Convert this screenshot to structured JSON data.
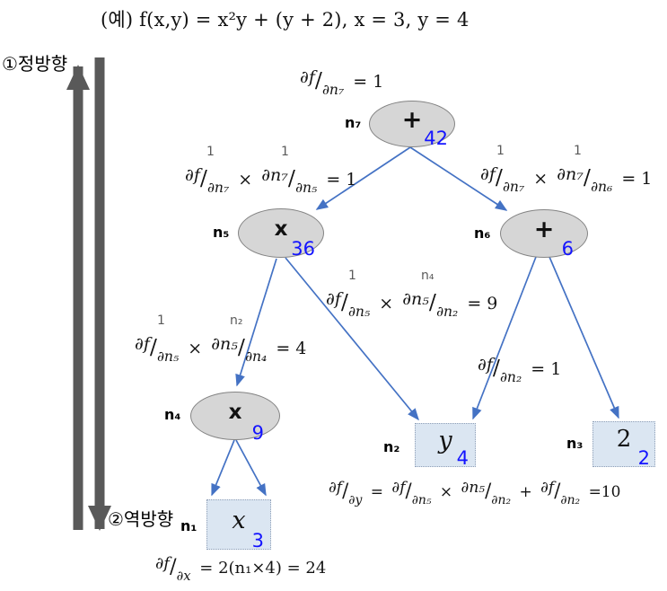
{
  "title": "(예) f(x,y) =  x²y + (y + 2), x = 3, y = 4",
  "directions": {
    "forward": "①정방향",
    "backward": "②역방향"
  },
  "colors": {
    "edge_blue": "#4472c4",
    "value_blue": "#1414ff",
    "node_fill": "#d6d6d6",
    "leaf_fill": "#dbe6f2",
    "big_arrow_gray": "#595959",
    "annotation_gray": "#5a5a5a"
  },
  "nodes": {
    "n7": {
      "label": "n₇",
      "op": "+",
      "value": "42"
    },
    "n5": {
      "label": "n₅",
      "op": "x",
      "value": "36"
    },
    "n6": {
      "label": "n₆",
      "op": "+",
      "value": "6"
    },
    "n4": {
      "label": "n₄",
      "op": "x",
      "value": "9"
    }
  },
  "leaves": {
    "n1": {
      "label": "n₁",
      "var": "x",
      "value": "3"
    },
    "n2": {
      "label": "n₂",
      "var": "y",
      "value": "4"
    },
    "n3": {
      "label": "n₃",
      "var": "2",
      "value": "2"
    }
  },
  "formulas": {
    "f7": {
      "num1": "∂f",
      "den1": "∂n₇",
      "rhs": "= 1"
    },
    "f75": {
      "sup1": "1",
      "sup2": "1",
      "num1": "∂f",
      "den1": "∂n₇",
      "op": "×",
      "num2": "∂n₇",
      "den2": "∂n₅",
      "rhs": "= 1"
    },
    "f76": {
      "sup1": "1",
      "sup2": "1",
      "num1": "∂f",
      "den1": "∂n₇",
      "op": "×",
      "num2": "∂n₇",
      "den2": "∂n₆",
      "rhs": "= 1"
    },
    "f52": {
      "sup1": "1",
      "sup2": "n₄",
      "num1": "∂f",
      "den1": "∂n₅",
      "op": "×",
      "num2": "∂n₅",
      "den2": "∂n₂",
      "rhs": "= 9"
    },
    "f54": {
      "sup1": "1",
      "sup2": "n₂",
      "num1": "∂f",
      "den1": "∂n₅",
      "op": "×",
      "num2": "∂n₅",
      "den2": "∂n₄",
      "rhs": "= 4"
    },
    "f2": {
      "num1": "∂f",
      "den1": "∂n₂",
      "rhs": "= 1"
    },
    "fy": {
      "num1": "∂f",
      "den1": "∂y",
      "eq": "=",
      "num2": "∂f",
      "den2": "∂n₅",
      "op1": "×",
      "num3": "∂n₅",
      "den3": "∂n₂",
      "op2": "+",
      "num4": "∂f",
      "den4": "∂n₂",
      "rhs": "=10"
    },
    "fx": {
      "num1": "∂f",
      "den1": "∂x",
      "rhs": "= 2(n₁×4) = 24"
    }
  }
}
